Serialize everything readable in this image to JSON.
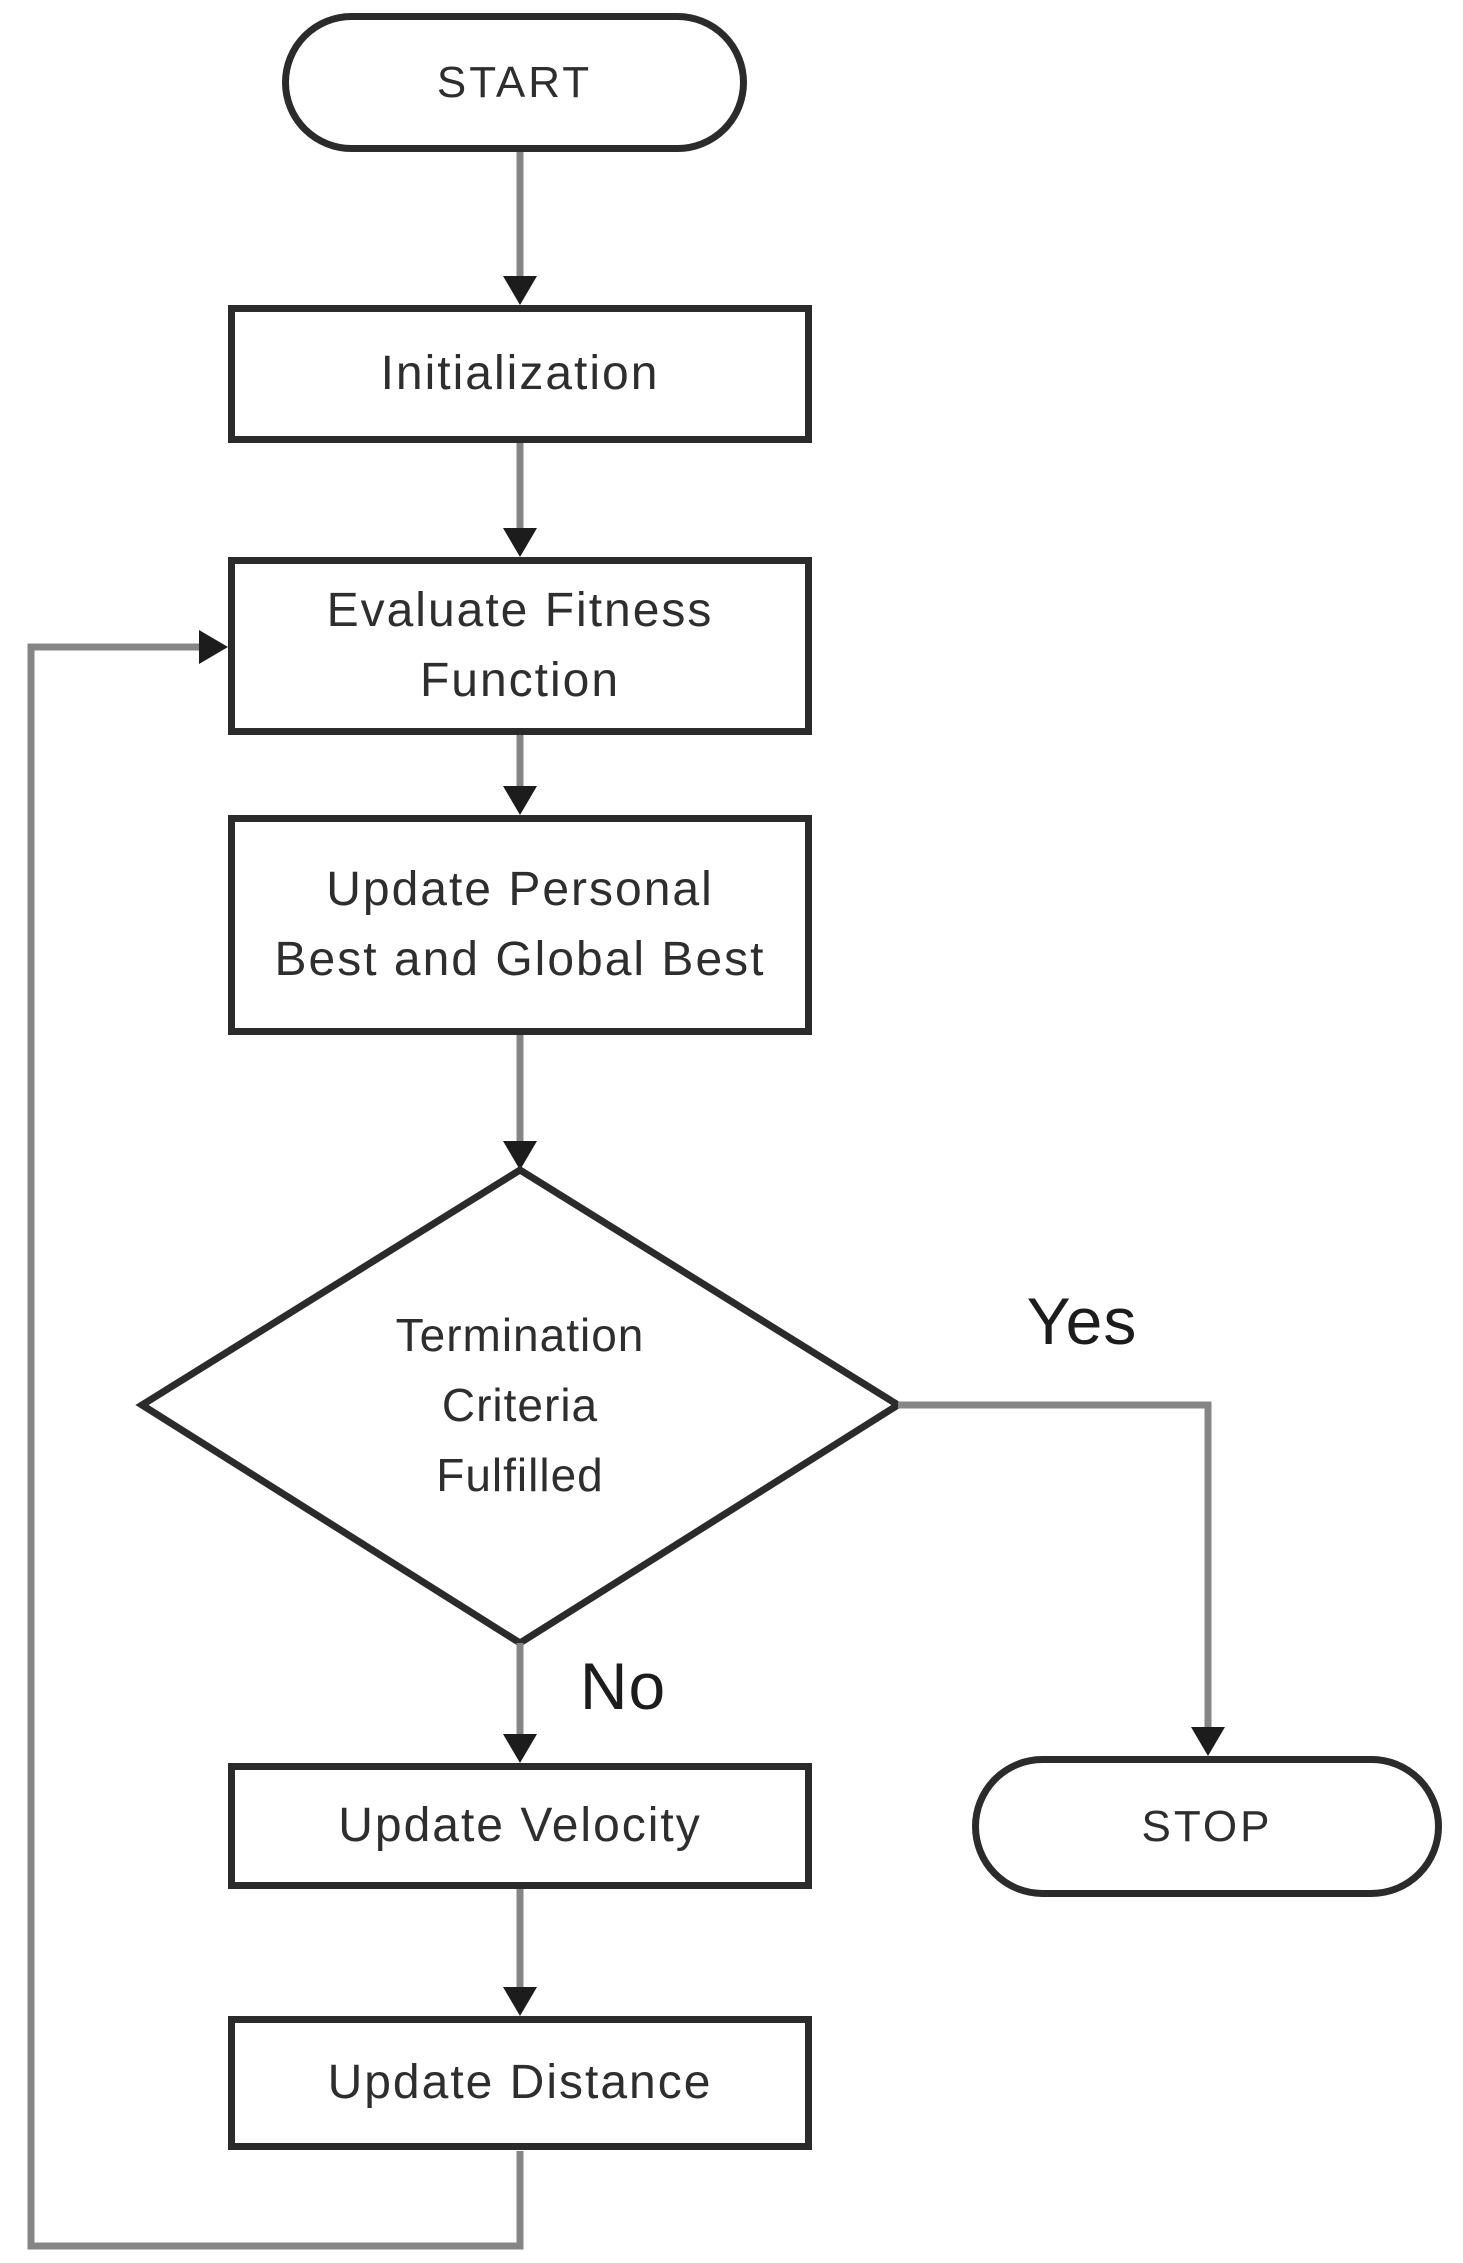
{
  "flowchart": {
    "nodes": {
      "start": {
        "label": "START"
      },
      "initialization": {
        "label": "Initialization"
      },
      "evaluate_fitness": {
        "lines": [
          "Evaluate Fitness",
          "Function"
        ]
      },
      "update_best": {
        "lines": [
          "Update Personal",
          "Best and Global Best"
        ]
      },
      "termination_decision": {
        "lines": [
          "Termination",
          "Criteria",
          "Fulfilled"
        ]
      },
      "update_velocity": {
        "label": "Update Velocity"
      },
      "update_distance": {
        "label": "Update Distance"
      },
      "stop": {
        "label": "STOP"
      }
    },
    "branches": {
      "yes_label": "Yes",
      "no_label": "No"
    },
    "colors": {
      "background": "#ffffff",
      "node_fill": "#ffffff",
      "shape_border": "#2b2b2b",
      "connector": "#858585",
      "arrowhead": "#1c1c1c",
      "text": "#2e2e2e"
    }
  }
}
